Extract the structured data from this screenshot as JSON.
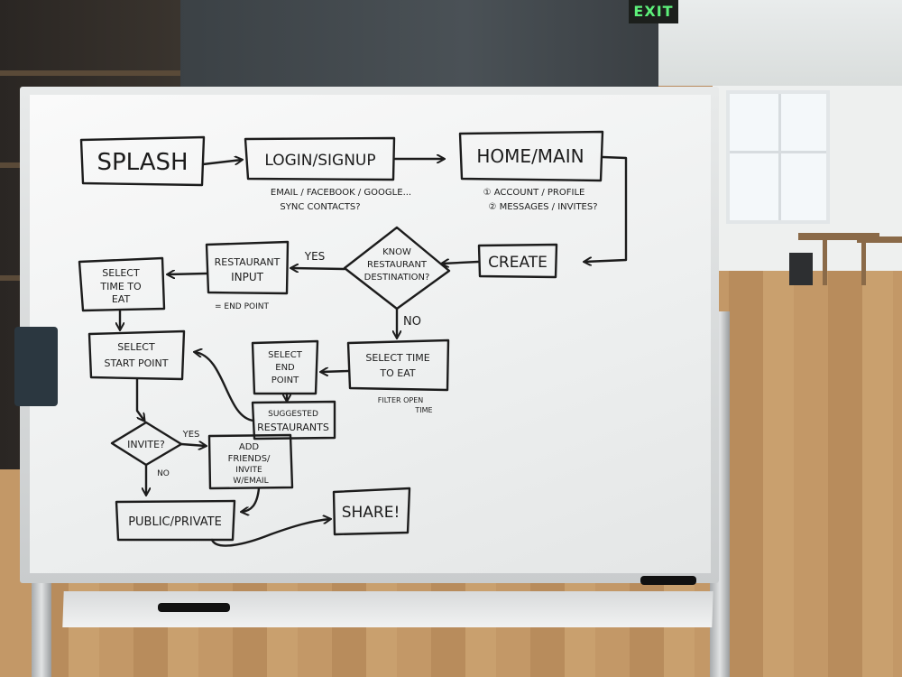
{
  "exit_sign": "EXIT",
  "nodes": {
    "splash": "SPLASH",
    "login": "LOGIN/SIGNUP",
    "home": "HOME/MAIN",
    "create": "CREATE",
    "know_line1": "KNOW",
    "know_line2": "RESTAURANT",
    "know_line3": "DESTINATION?",
    "restaurant_input_line1": "RESTAURANT",
    "restaurant_input_line2": "INPUT",
    "select_time_eat_line1": "SELECT",
    "select_time_eat_line2": "TIME TO",
    "select_time_eat_line3": "EAT",
    "select_start_line1": "SELECT",
    "select_start_line2": "START POINT",
    "select_time_line1": "SELECT TIME",
    "select_time_line2": "TO EAT",
    "select_end_line1": "SELECT",
    "select_end_line2": "END",
    "select_end_line3": "POINT",
    "suggested_line1": "SUGGESTED",
    "suggested_line2": "RESTAURANTS",
    "invite": "INVITE?",
    "add_friends_line1": "ADD",
    "add_friends_line2": "FRIENDS/",
    "add_friends_line3": "INVITE",
    "add_friends_line4": "W/EMAIL",
    "public_private": "PUBLIC/PRIVATE",
    "share": "SHARE!"
  },
  "notes": {
    "login_line1": "EMAIL / FACEBOOK / GOOGLE...",
    "login_line2": "SYNC CONTACTS?",
    "home_line1": "① ACCOUNT / PROFILE",
    "home_line2": "② MESSAGES / INVITES?",
    "end_point": "= END POINT",
    "filter_line1": "FILTER OPEN",
    "filter_line2": "TIME"
  },
  "edge_labels": {
    "yes_know": "YES",
    "no_know": "NO",
    "yes_invite": "YES",
    "no_invite": "NO"
  },
  "colors": {
    "ink": "#1c1c1c",
    "board": "#f4f5f5",
    "frame": "#d4d7d8",
    "floor": "#c39867",
    "exit_green": "#5df07a"
  }
}
